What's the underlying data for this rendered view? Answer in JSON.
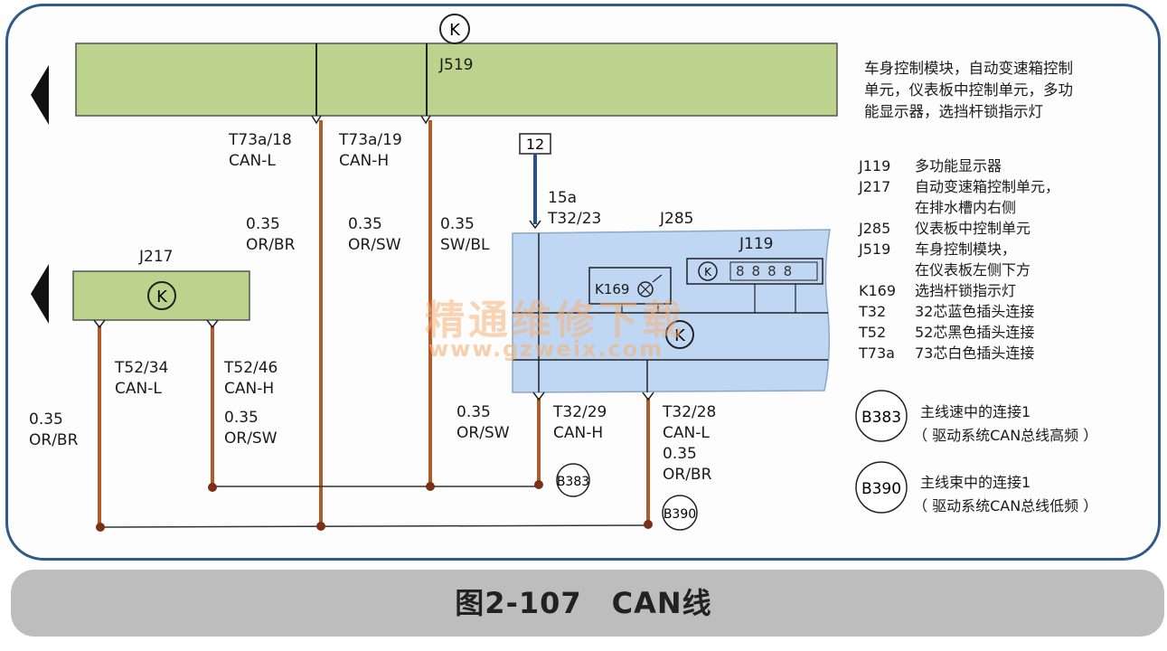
{
  "module_j519": {
    "label": "J519",
    "description": "车身控制模块，自动变速箱控制\n单元，仪表板中控制单元，多功\n能显示器，选挡杆锁指示灯"
  },
  "module_j217": {
    "label": "J217"
  },
  "module_j285": {
    "label": "J285"
  },
  "module_j119": {
    "label": "J119",
    "display": "8888"
  },
  "k169": {
    "label": "K169"
  },
  "fuse_12": {
    "label": "12"
  },
  "symbols": {
    "can_k": "K"
  },
  "wires": {
    "t73a18": {
      "pin": "T73a/18",
      "signal": "CAN-L"
    },
    "t73a19": {
      "pin": "T73a/19",
      "signal": "CAN-H"
    },
    "w1_spec": {
      "size": "0.35",
      "color": "OR/BR"
    },
    "w2_spec": {
      "size": "0.35",
      "color": "OR/SW"
    },
    "w3_spec": {
      "size": "0.35",
      "color": "SW/BL"
    },
    "t32_23": {
      "top": "15a",
      "pin": "T32/23"
    },
    "t52_34": {
      "pin": "T52/34",
      "signal": "CAN-L"
    },
    "t52_46": {
      "pin": "T52/46",
      "signal": "CAN-H"
    },
    "left_spec": {
      "size": "0.35",
      "color": "OR/BR"
    },
    "mid_spec": {
      "size": "0.35",
      "color": "OR/SW"
    },
    "j285_left_spec": {
      "size": "0.35",
      "color": "OR/SW"
    },
    "t32_29": {
      "pin": "T32/29",
      "signal": "CAN-H"
    },
    "t32_28": {
      "pin": "T32/28",
      "signal": "CAN-L"
    },
    "right_spec": {
      "size": "0.35",
      "color": "OR/BR"
    }
  },
  "connections": {
    "b383": "B383",
    "b390": "B390"
  },
  "legend_items": [
    {
      "code": "J119",
      "text": "多功能显示器"
    },
    {
      "code": "J217",
      "text": "自动变速箱控制单元，\n在排水槽内右侧"
    },
    {
      "code": "J285",
      "text": "仪表板中控制单元"
    },
    {
      "code": "J519",
      "text": "车身控制模块，\n在仪表板左侧下方"
    },
    {
      "code": "K169",
      "text": "选挡杆锁指示灯"
    },
    {
      "code": "T32",
      "text": "32芯蓝色插头连接"
    },
    {
      "code": "T52",
      "text": "52芯黑色插头连接"
    },
    {
      "code": "T73a",
      "text": "73芯白色插头连接"
    }
  ],
  "legend_connections": [
    {
      "code": "B383",
      "text": "主线速中的连接1",
      "sub": "（ 驱动系统CAN总线高频 ）"
    },
    {
      "code": "B390",
      "text": "主线束中的连接1",
      "sub": "（ 驱动系统CAN总线低频 ）"
    }
  ],
  "watermark": {
    "line1": "精通维修下载",
    "line2": "www.gzweix.com"
  },
  "caption": "图2-107　CAN线",
  "colors": {
    "module_green": "#bcd38d",
    "wire_orange": "#b25a2a",
    "j285_blue": "#bfd7f3",
    "frame_blue": "#2f5a8c",
    "wire_blue": "#2b4f8c"
  }
}
